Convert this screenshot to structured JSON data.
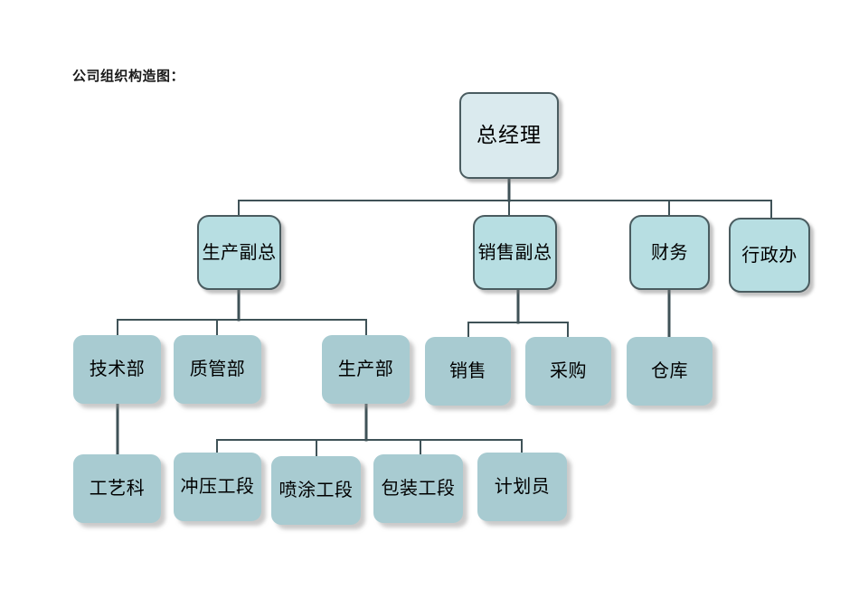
{
  "title": "公司组织构造图：",
  "colors": {
    "level1_fill": "#daeaee",
    "level2_fill": "#b7dee2",
    "level3_fill": "#a8cbd1",
    "border": "#4a5c60",
    "connector": "#3f5257",
    "text": "#000000",
    "background": "#ffffff"
  },
  "nodes": {
    "general_manager": "总经理",
    "production_vp": "生产副总",
    "sales_vp": "销售副总",
    "finance": "财务",
    "admin_office": "行政办",
    "technology_dept": "技术部",
    "quality_dept": "质管部",
    "production_dept": "生产部",
    "sales": "销售",
    "purchasing": "采购",
    "warehouse": "仓库",
    "process_section": "工艺科",
    "stamping_section": "冲压工段",
    "painting_section": "喷涂工段",
    "packaging_section": "包装工段",
    "planner": "计划员"
  },
  "hierarchy": {
    "root": "总经理",
    "level2": [
      "生产副总",
      "销售副总",
      "财务",
      "行政办"
    ],
    "level3": {
      "生产副总": [
        "技术部",
        "质管部",
        "生产部"
      ],
      "销售副总": [
        "销售",
        "采购"
      ],
      "财务": [
        "仓库"
      ]
    },
    "level4": {
      "技术部": [
        "工艺科"
      ],
      "生产部": [
        "冲压工段",
        "喷涂工段",
        "包装工段",
        "计划员"
      ]
    }
  }
}
